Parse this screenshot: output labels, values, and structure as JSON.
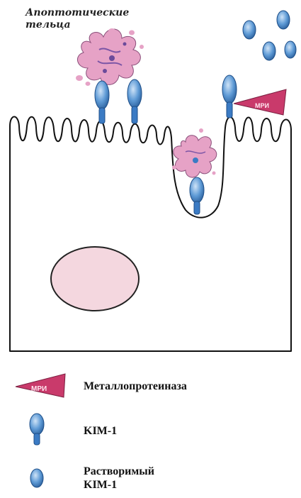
{
  "labels": {
    "apoptotic_line1": "Апоптотические",
    "apoptotic_line2": "тельца",
    "mmp_tag": "МРИ"
  },
  "legend": {
    "metalloproteinase": "Металлопротеиназа",
    "kim1": "KIM-1",
    "soluble_line1": "Растворимый",
    "soluble_line2": "KIM-1",
    "mmp_tag": "МРИ"
  },
  "colors": {
    "cell_outline": "#111111",
    "apoptotic_body": "#e7a3c7",
    "apoptotic_spots": "#8a5fa8",
    "kim1_blue": "#3b7bc4",
    "kim1_light": "#9ec3ea",
    "metalloproteinase": "#c93a6b",
    "nucleus": "#f2d8e0"
  }
}
